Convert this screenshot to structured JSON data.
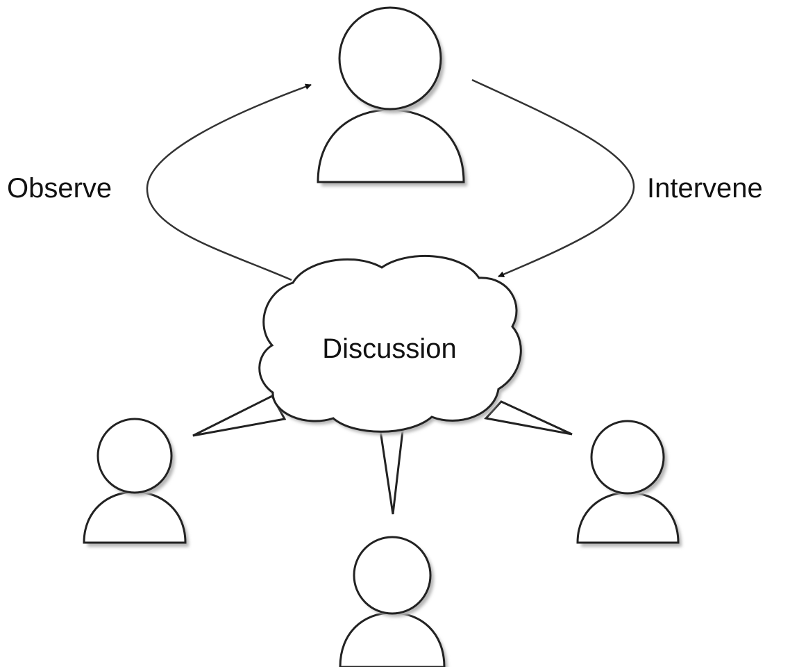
{
  "labels": {
    "observe": "Observe",
    "intervene": "Intervene",
    "discussion": "Discussion"
  },
  "icons": {
    "person": "person-icon",
    "cloud": "speech-cloud-icon"
  },
  "colors": {
    "stroke": "#222222",
    "fill": "#ffffff",
    "shadow": "#b5b5b5",
    "text": "#111111"
  }
}
